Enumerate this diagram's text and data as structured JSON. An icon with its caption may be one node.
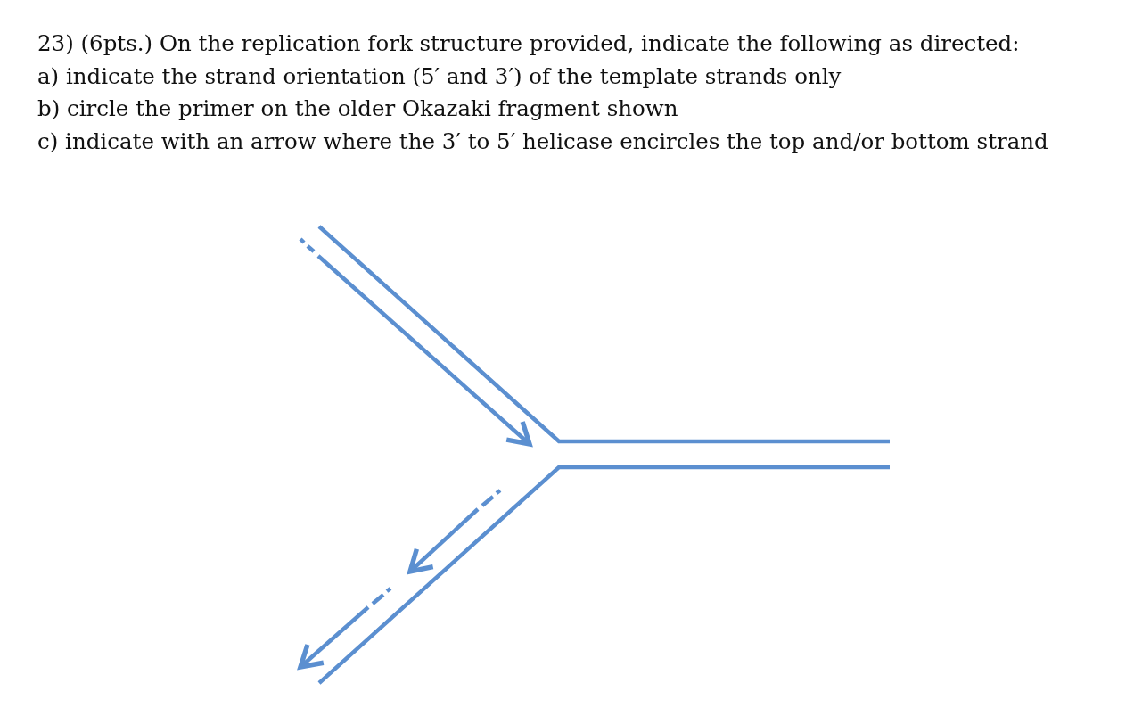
{
  "diagram": {
    "title": "23) (6pts.) On the replication fork structure provided, indicate the following as directed:",
    "labels": [
      "a) indicate the strand orientation (5′ and 3′) of the template strands only",
      "b) circle the primer on the older Okazaki fragment shown",
      "c) indicate with an arrow where the 3′ to 5′ helicase encircles the top and/or bottom strand"
    ]
  }
}
